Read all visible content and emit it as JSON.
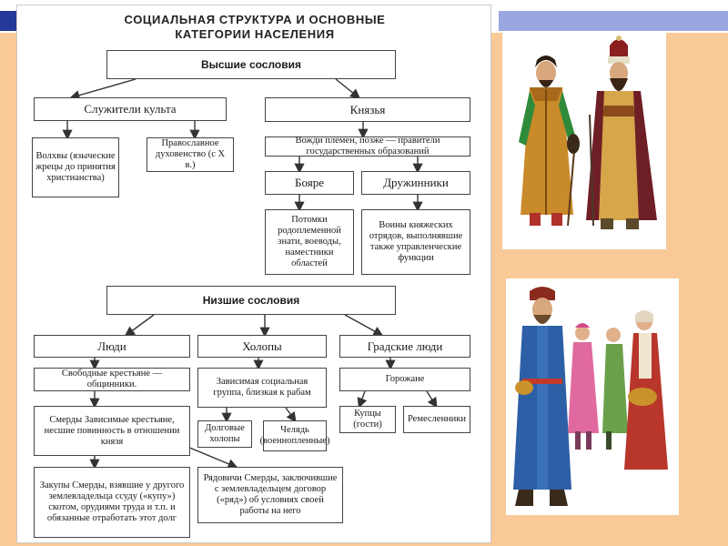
{
  "header": {
    "corner_text": "▪"
  },
  "diagram": {
    "title_line1": "СОЦИАЛЬНАЯ СТРУКТУРА И ОСНОВНЫЕ",
    "title_line2": "КАТЕГОРИИ НАСЕЛЕНИЯ",
    "upper": {
      "label": "Высшие сословия",
      "cult": {
        "label": "Служители культа",
        "magi": "Волхвы (языческие жрецы до принятия христианства)",
        "clergy": "Православное духовенство (с X в.)"
      },
      "princes": {
        "label": "Князья",
        "desc": "Вожди племен, позже — правители государственных образований",
        "boyars": {
          "label": "Бояре",
          "desc": "Потомки родоплеменной знати, воеводы, наместники областей"
        },
        "druzhina": {
          "label": "Дружинники",
          "desc": "Воины княжеских отрядов, выполнявшие также управленческие функции"
        }
      }
    },
    "lower": {
      "label": "Низшие сословия",
      "people": {
        "label": "Люди",
        "free": "Свободные крестьяне — общинники.",
        "smerdy": "Смерды Зависимые крестьяне, несшие повинность в отношении князя",
        "zakupy": "Закупы Смерды, взявшие у другого землевладельца ссуду («купу») скотом, орудиями труда и т.п. и обязанные отработать этот долг",
        "ryadovichi": "Рядовичи Смерды, заключившие с землевладельцем договор («ряд») об условиях своей работы на него"
      },
      "kholopy": {
        "label": "Холопы",
        "desc": "Зависимая социальная группа, близкая к рабам",
        "debt": "Долговые холопы",
        "chelyad": "Челядь (военнопленные)"
      },
      "townspeople": {
        "label": "Градские люди",
        "burghers": "Горожане",
        "merchants": "Купцы (гости)",
        "craftsmen": "Ремесленники"
      }
    }
  }
}
